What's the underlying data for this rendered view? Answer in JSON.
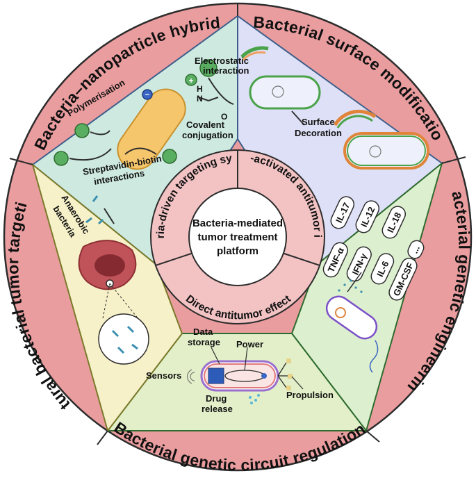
{
  "center": {
    "lines": [
      "Bacteria-mediated",
      "tumor treatment",
      "platform"
    ]
  },
  "inner_ring": {
    "targeting": "Bacteria-driven targeting system",
    "immunity": "Bacteria-activated antitumor immunity",
    "direct": "Direct antitumor effect"
  },
  "outer_ring": {
    "hybrid": "Bacteria–nanoparticle hybrid",
    "surface": "Bacterial surface modification",
    "genetic_engineering": "Bacterial genetic engineering",
    "circuit": "Bacterial genetic circuit regulation",
    "natural": "Natural bacterial tumor targeting"
  },
  "hybrid_panel": {
    "electrostatic": [
      "Electrostatic",
      "interaction"
    ],
    "polymerisation": "Polymerisation",
    "covalent": [
      "Covalent",
      "conjugation"
    ],
    "streptavidin": [
      "Streptavidin-biotin",
      "interactions"
    ],
    "plus": "+",
    "minus": "−",
    "amide_h": "H",
    "amide_n": "N",
    "amide_o": "O"
  },
  "surface_panel": {
    "decoration": [
      "Surface",
      "Decoration"
    ]
  },
  "natural_panel": {
    "anaerobic": [
      "Anaerobic",
      "bacteria"
    ]
  },
  "engineering_panel": {
    "cytokines": [
      "IL-17",
      "IL-12",
      "IL-18",
      "TNF-α",
      "IFN-γ",
      "IL-6",
      "GM-CSF",
      "..."
    ]
  },
  "circuit_panel": {
    "data_storage": [
      "Data",
      "storage"
    ],
    "power": "Power",
    "sensors": "Sensors",
    "drug_release": [
      "Drug",
      "release"
    ],
    "propulsion": "Propulsion"
  },
  "colors": {
    "outer_ring": "#ea9d9f",
    "inner_ring": "#f3c3c4",
    "hybrid_bg": "#cde9e0",
    "surface_bg": "#dde0f6",
    "natural_bg": "#f6f1c9",
    "engineering_bg": "#dcefcf",
    "circuit_bg": "#e2efc8",
    "bacterium": "#f6c66c",
    "green_ball": "#5aae62",
    "outline": "#2c2c2c"
  }
}
